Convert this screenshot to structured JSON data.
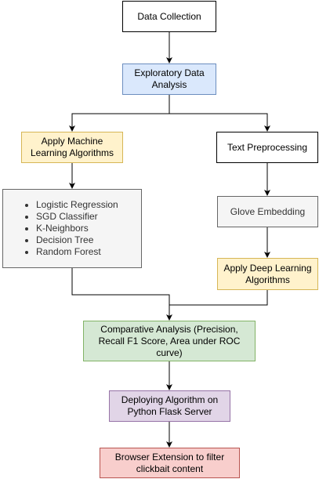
{
  "nodes": {
    "data_collection": "Data Collection",
    "eda": "Exploratory Data Analysis",
    "apply_ml": "Apply Machine Learning Algorithms",
    "text_preprocessing": "Text Preprocessing",
    "ml_algorithms": [
      "Logistic Regression",
      "SGD Classifier",
      "K-Neighbors",
      "Decision Tree",
      "Random Forest"
    ],
    "glove": "Glove Embedding",
    "apply_dl": "Apply Deep Learning Algorithms",
    "comparative": "Comparative Analysis (Precision, Recall F1 Score, Area under ROC curve)",
    "deploy": "Deploying Algorithm on Python Flask Server",
    "browser_ext": "Browser Extension to filter clickbait content"
  },
  "colors": {
    "edge": "#000000",
    "eda_fill": "#dae8fc",
    "ml_fill": "#fff2cc",
    "list_fill": "#f5f5f5",
    "compare_fill": "#d5e8d4",
    "deploy_fill": "#e1d5e7",
    "browser_fill": "#f8cecc"
  }
}
